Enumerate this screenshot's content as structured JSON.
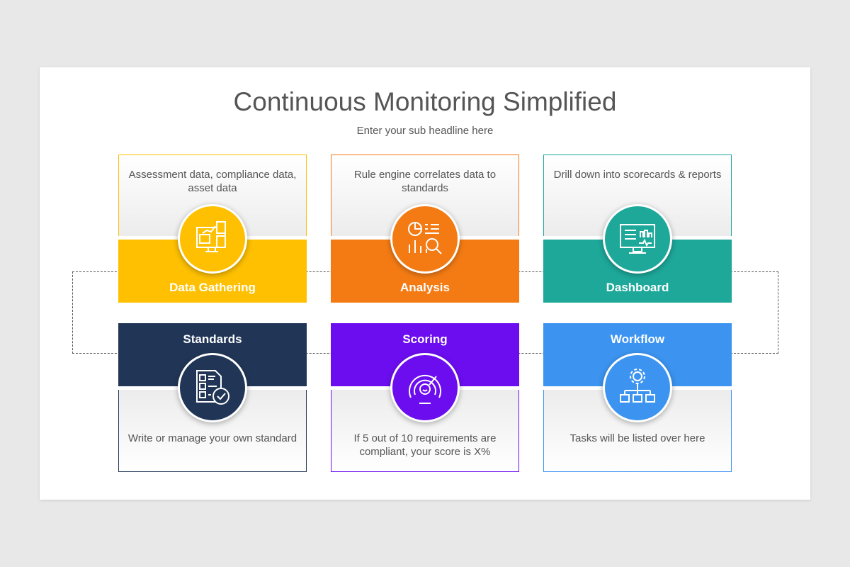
{
  "header": {
    "title": "Continuous Monitoring Simplified",
    "subtitle": "Enter your sub headline here"
  },
  "cards": [
    {
      "label": "Data Gathering",
      "description": "Assessment data, compliance data, asset data",
      "color": "#FEC000",
      "icon": "computer-data-icon"
    },
    {
      "label": "Analysis",
      "description": "Rule engine correlates data to standards",
      "color": "#F47B14",
      "icon": "analytics-search-icon"
    },
    {
      "label": "Dashboard",
      "description": "Drill down into scorecards & reports",
      "color": "#1DA89A",
      "icon": "monitor-dashboard-icon"
    },
    {
      "label": "Standards",
      "description": "Write or manage your own standard",
      "color": "#213657",
      "icon": "checklist-icon"
    },
    {
      "label": "Scoring",
      "description": "If 5 out of 10 requirements are compliant, your score is X%",
      "color": "#6C0DF0",
      "icon": "gauge-icon"
    },
    {
      "label": "Workflow",
      "description": "Tasks will be listed over here",
      "color": "#3C94F0",
      "icon": "gear-workflow-icon"
    }
  ]
}
